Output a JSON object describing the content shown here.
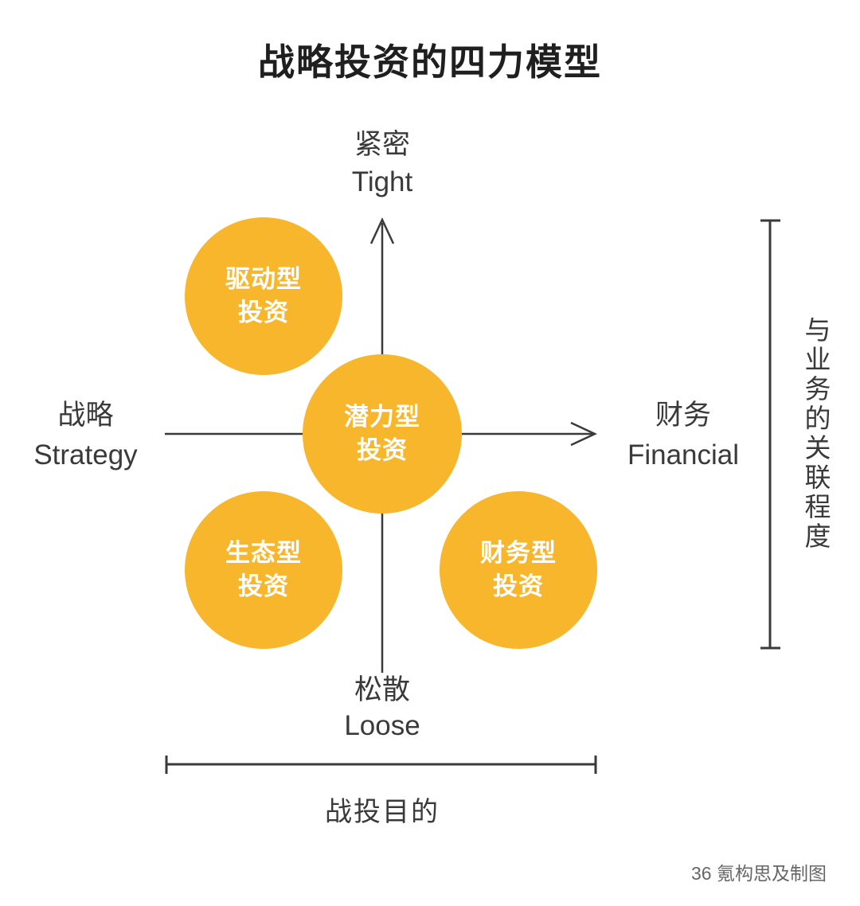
{
  "title": "战略投资的四力模型",
  "axis": {
    "top_zh": "紧密",
    "top_en": "Tight",
    "bottom_zh": "松散",
    "bottom_en": "Loose",
    "left_zh": "战略",
    "left_en": "Strategy",
    "right_zh": "财务",
    "right_en": "Financial"
  },
  "circles": [
    {
      "id": "driving",
      "label": "驱动型\n投资"
    },
    {
      "id": "potential",
      "label": "潜力型\n投资"
    },
    {
      "id": "ecosystem",
      "label": "生态型\n投资"
    },
    {
      "id": "financial",
      "label": "财务型\n投资"
    }
  ],
  "right_axis_label": "与业务的关联程度",
  "bottom_axis_label": "战投目的",
  "credit": "36 氪构思及制图",
  "colors": {
    "circle_fill": "#F8B62D",
    "circle_text": "#FFFFFF",
    "axis_line": "#3A3A3A",
    "text_dark": "#3A3A3A",
    "credit_gray": "#666666"
  }
}
